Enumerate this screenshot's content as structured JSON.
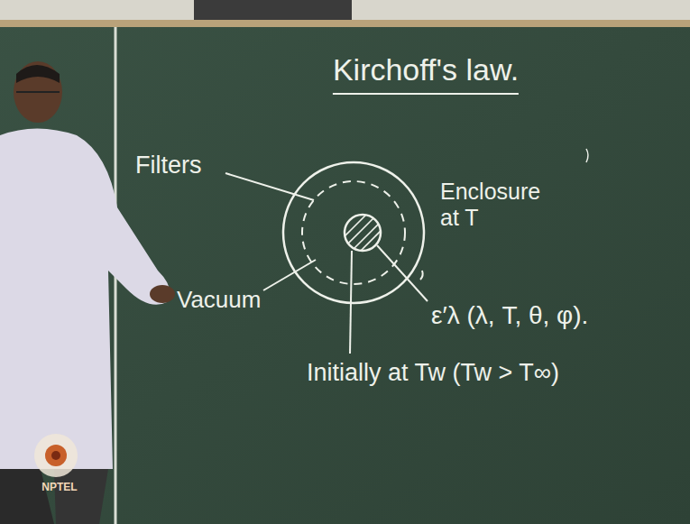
{
  "diagram": {
    "title": "Kirchoff's law.",
    "labels": [
      "Filters",
      "Vacuum",
      "Enclosure at T",
      "ε′λ (λ, T, θ, φ).",
      "Initially at Tw (Tw > T∞)",
      "NPTEL"
    ]
  }
}
